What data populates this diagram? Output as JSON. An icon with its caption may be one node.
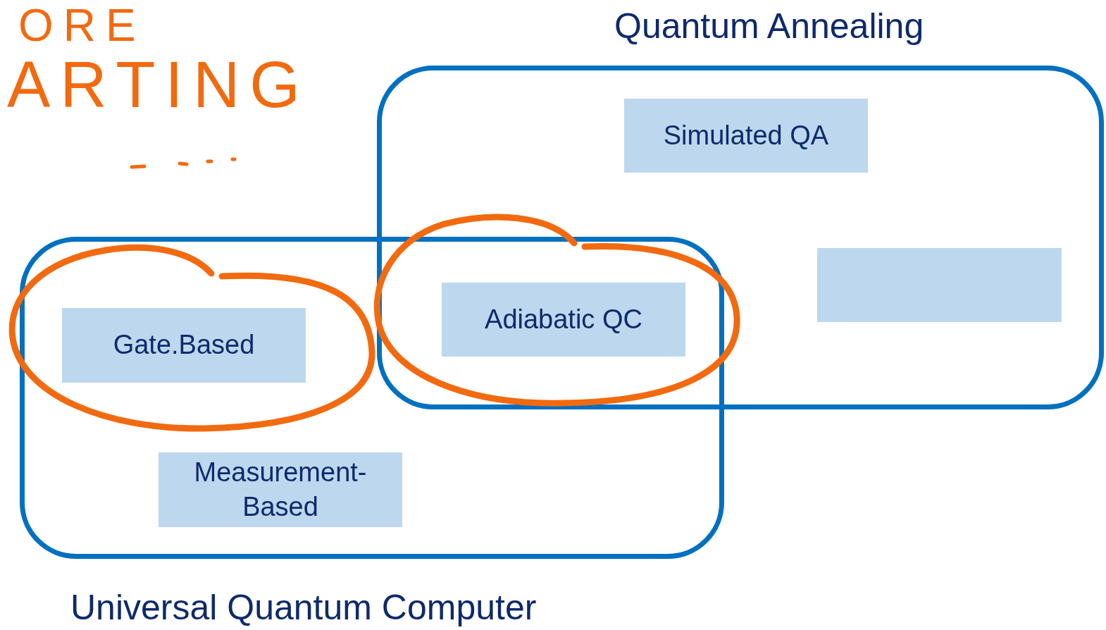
{
  "diagram": {
    "nodes": [
      {
        "text": [
          "Quantum Annealing"
        ]
      },
      {
        "text": [
          "Universal Quantum Computer"
        ]
      },
      {
        "text": [
          "Simulated QA"
        ],
        "in": 0
      },
      {
        "text": [],
        "shape": "box",
        "in": 0
      },
      {
        "text": [
          "Gate.Based"
        ],
        "in": 1
      },
      {
        "text": [
          "Adiabatic QC"
        ]
      },
      {
        "text": [
          "Measurement- Based"
        ],
        "in": 1
      }
    ],
    "labels": [
      "ORE",
      "ARTING"
    ]
  }
}
